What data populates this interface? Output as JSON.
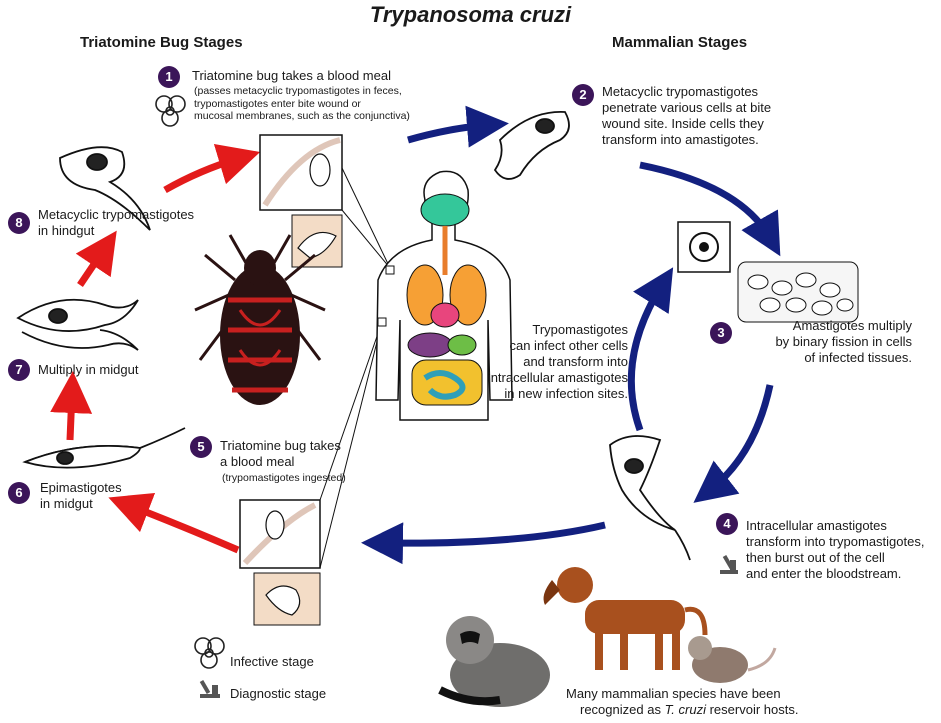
{
  "title": "Trypanosoma cruzi",
  "headers": {
    "bug": "Triatomine Bug Stages",
    "mammal": "Mammalian Stages"
  },
  "colors": {
    "badge": "#3b1559",
    "blue_arrow": "#13207f",
    "red_arrow": "#e31b1b",
    "bug_body": "#2a1212",
    "bug_red": "#c8201f"
  },
  "steps": [
    {
      "num": "1",
      "text": "Triatomine bug takes a blood meal",
      "sub": "(passes metacyclic trypomastigotes in feces,\ntrypomastigotes enter bite wound or\nmucosal membranes, such as the conjunctiva)"
    },
    {
      "num": "2",
      "text": "Metacyclic trypomastigotes\npenetrate various cells at bite\nwound site.  Inside cells they\ntransform into amastigotes."
    },
    {
      "num": "3",
      "text": "Amastigotes multiply\nby binary fission in cells\nof infected tissues."
    },
    {
      "num": "4",
      "text": "Intracellular amastigotes\ntransform into trypomastigotes,\nthen burst out of the cell\nand enter the bloodstream."
    },
    {
      "num": "5",
      "text": "Triatomine bug takes\na blood meal",
      "sub": "(trypomastigotes ingested)"
    },
    {
      "num": "6",
      "text": "Epimastigotes\nin midgut"
    },
    {
      "num": "7",
      "text": "Multiply in midgut"
    },
    {
      "num": "8",
      "text": "Metacyclic trypomastigotes\nin hindgut"
    }
  ],
  "center_note": "Trypomastigotes\ncan infect other cells\nand transform into\nintracellular amastigotes\nin new infection sites.",
  "reservoir": {
    "line1": "Many mammalian species have been",
    "line2_pre": "recognized as ",
    "line2_italic": "T. cruzi",
    "line2_post": " reservoir hosts."
  },
  "legend": {
    "infective": "Infective stage",
    "diagnostic": "Diagnostic stage",
    "infective_icon": "biohazard-icon",
    "diagnostic_icon": "microscope-icon"
  }
}
